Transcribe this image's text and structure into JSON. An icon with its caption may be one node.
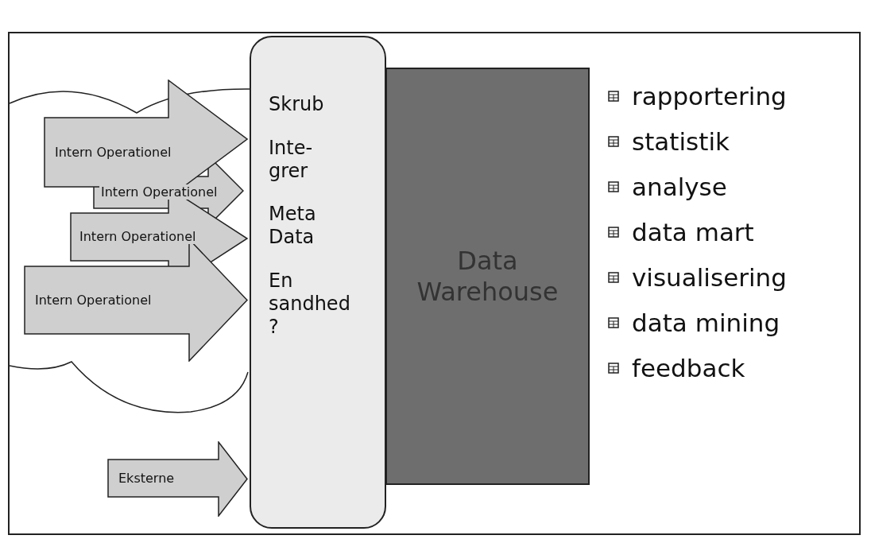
{
  "diagram": {
    "nodes": [
      {
        "text": [
          "Intern Operationel"
        ]
      },
      {
        "text": [
          "Intern Operationel"
        ]
      },
      {
        "text": [
          "Intern Operationel"
        ]
      },
      {
        "text": [
          "Intern Operationel"
        ]
      },
      {
        "text": [
          "Eksterne"
        ]
      },
      {
        "text": [
          "Skrub",
          "Inte- grer",
          "Meta Data",
          "En sandhed ?"
        ]
      },
      {
        "text": [
          "Data Warehouse"
        ]
      }
    ],
    "labels": [
      "rapportering",
      "statistik",
      "analyse",
      "data mart",
      "visualisering",
      "data mining",
      "feedback"
    ]
  }
}
